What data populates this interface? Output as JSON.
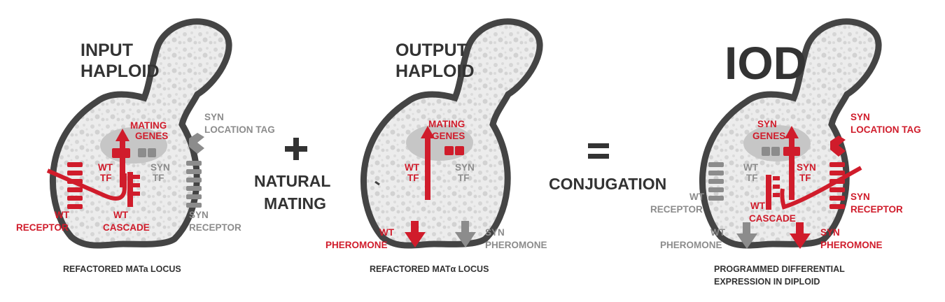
{
  "panel_input": {
    "title_line1": "INPUT",
    "title_line2": "HAPLOID",
    "mating_genes_1": "MATING",
    "mating_genes_2": "GENES",
    "wt_tf_1": "WT",
    "wt_tf_2": "TF",
    "syn_tf_1": "SYN",
    "syn_tf_2": "TF",
    "syn_loc_1": "SYN",
    "syn_loc_2": "LOCATION TAG",
    "wt_receptor_1": "WT",
    "wt_receptor_2": "RECEPTOR",
    "wt_cascade_1": "WT",
    "wt_cascade_2": "CASCADE",
    "syn_receptor_1": "SYN",
    "syn_receptor_2": "RECEPTOR",
    "footer": "REFACTORED MATa LOCUS"
  },
  "operator_plus": {
    "line1": "NATURAL",
    "line2": "MATING"
  },
  "panel_output": {
    "title_line1": "OUTPUT",
    "title_line2": "HAPLOID",
    "mating_genes_1": "MATING",
    "mating_genes_2": "GENES",
    "wt_tf_1": "WT",
    "wt_tf_2": "TF",
    "syn_tf_1": "SYN",
    "syn_tf_2": "TF",
    "wt_pher_1": "WT",
    "wt_pher_2": "PHEROMONE",
    "syn_pher_1": "SYN",
    "syn_pher_2": "PHEROMONE",
    "footer": "REFACTORED MATα LOCUS"
  },
  "operator_equals": {
    "label": "CONJUGATION"
  },
  "panel_iod": {
    "title": "IOD",
    "syn_genes_1": "SYN",
    "syn_genes_2": "GENES",
    "wt_tf_1": "WT",
    "wt_tf_2": "TF",
    "syn_tf_1": "SYN",
    "syn_tf_2": "TF",
    "wt_receptor_1": "WT",
    "wt_receptor_2": "RECEPTOR",
    "wt_cascade_1": "WT",
    "wt_cascade_2": "CASCADE",
    "syn_loc_1": "SYN",
    "syn_loc_2": "LOCATION TAG",
    "syn_receptor_1": "SYN",
    "syn_receptor_2": "RECEPTOR",
    "wt_pher_1": "WT",
    "wt_pher_2": "PHEROMONE",
    "syn_pher_1": "SYN",
    "syn_pher_2": "PHEROMONE",
    "footer_1": "PROGRAMMED DIFFERENTIAL",
    "footer_2": "EXPRESSION IN DIPLOID"
  },
  "colors": {
    "red": "#d01c2b",
    "gray": "#8c8c8c",
    "dark": "#333333",
    "cell_outline": "#444444",
    "cytoplasm": "#e4e4e4",
    "nucleus": "#c6c6c6"
  }
}
